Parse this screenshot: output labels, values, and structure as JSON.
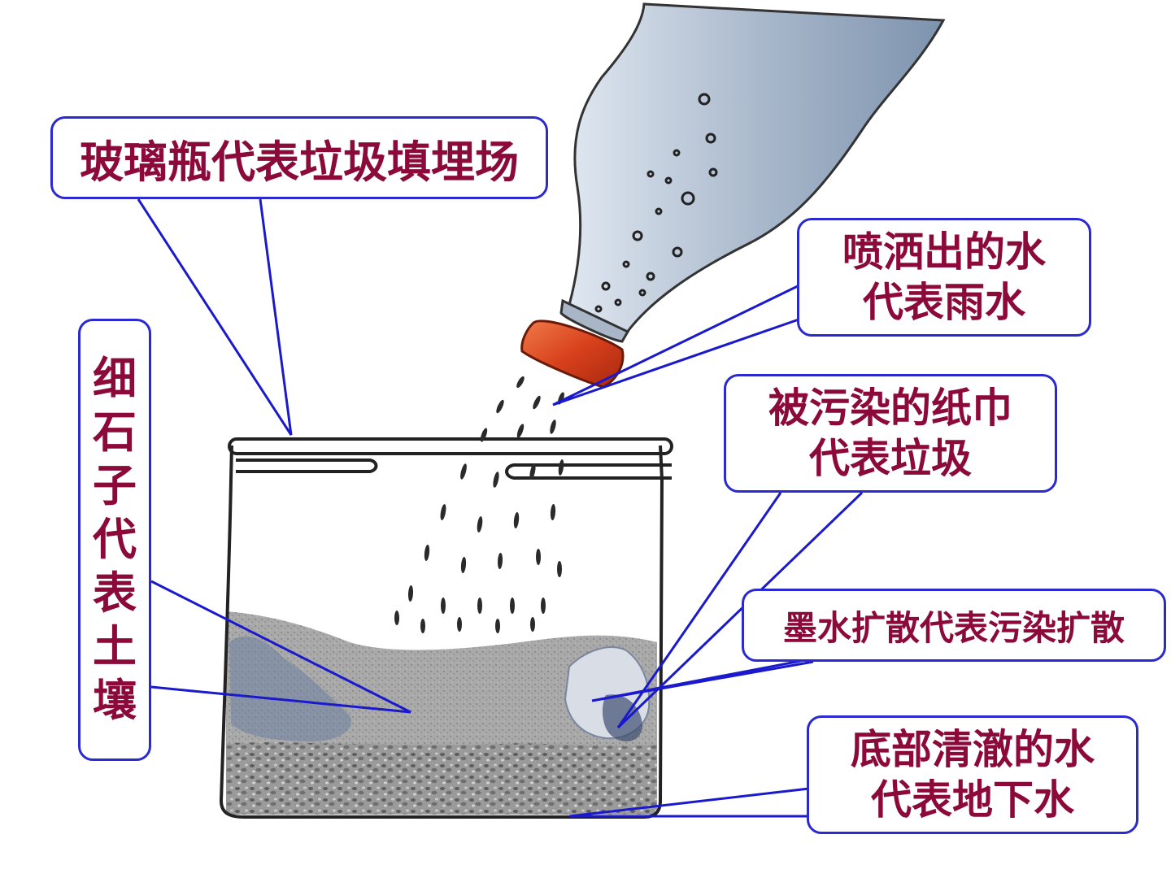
{
  "labels": {
    "landfill": "玻璃瓶代表垃圾填埋场",
    "rain_line1": "喷洒出的水",
    "rain_line2": "代表雨水",
    "garbage_line1": "被污染的纸巾",
    "garbage_line2": "代表垃圾",
    "ink": "墨水扩散代表污染扩散",
    "groundwater_line1": "底部清澈的水",
    "groundwater_line2": "代表地下水",
    "soil_chars": [
      "细",
      "石",
      "子",
      "代",
      "表",
      "土",
      "壤"
    ]
  },
  "colors": {
    "label_text": "#8b0a3a",
    "callout_border": "#2a2ad0",
    "leader_line": "#1a1acc",
    "bottle_cap": "#d8401c",
    "bottle_body": "#b9c6d6",
    "soil": "#a5a5a5",
    "gravel": "#8a8a8a"
  }
}
